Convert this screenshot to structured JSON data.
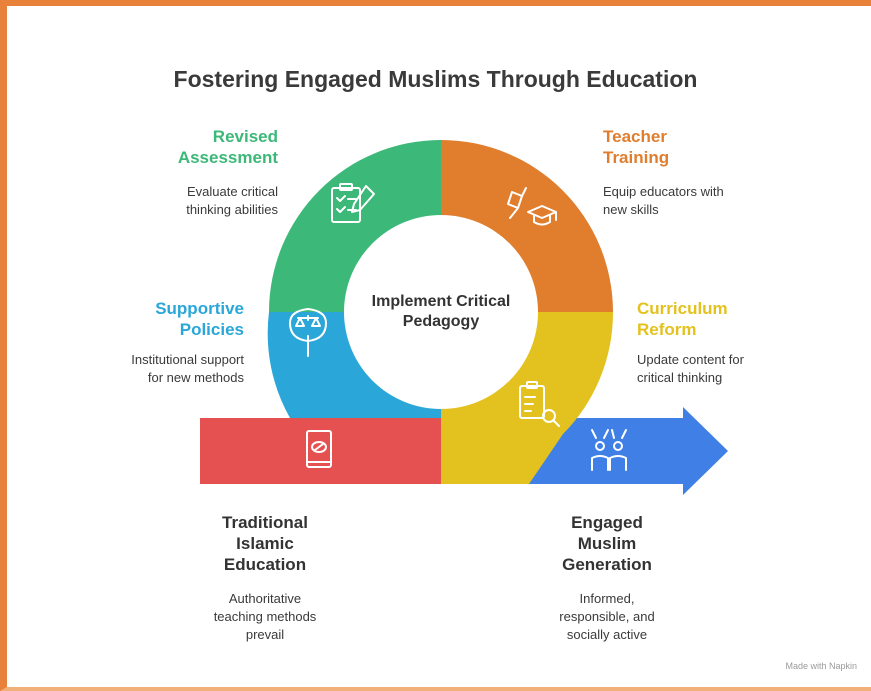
{
  "title": "Fostering Engaged Muslims Through Education",
  "center": "Implement Critical\nPedagogy",
  "segments": [
    {
      "id": "revised-assessment",
      "label": "Revised\nAssessment",
      "desc": "Evaluate critical\nthinking abilities",
      "color": "#3cb878",
      "icon": "clipboard-check-icon"
    },
    {
      "id": "teacher-training",
      "label": "Teacher\nTraining",
      "desc": "Equip educators with\nnew skills",
      "color": "#e07e2e",
      "icon": "teacher-hat-icon"
    },
    {
      "id": "supportive-policies",
      "label": "Supportive\nPolicies",
      "desc": "Institutional support\nfor new methods",
      "color": "#2aa7d8",
      "icon": "scales-shield-icon"
    },
    {
      "id": "curriculum-reform",
      "label": "Curriculum\nReform",
      "desc": "Update content for\ncritical thinking",
      "color": "#e3c21f",
      "icon": "clipboard-search-icon"
    }
  ],
  "start": {
    "label": "Traditional\nIslamic\nEducation",
    "desc": "Authoritative\nteaching methods\nprevail",
    "color": "#e55050",
    "icon": "book-icon"
  },
  "end": {
    "label": "Engaged\nMuslim\nGeneration",
    "desc": "Informed,\nresponsible, and\nsocially active",
    "color": "#3f7fe6",
    "icon": "people-raising-hands-icon"
  },
  "footer": "Made with Napkin"
}
